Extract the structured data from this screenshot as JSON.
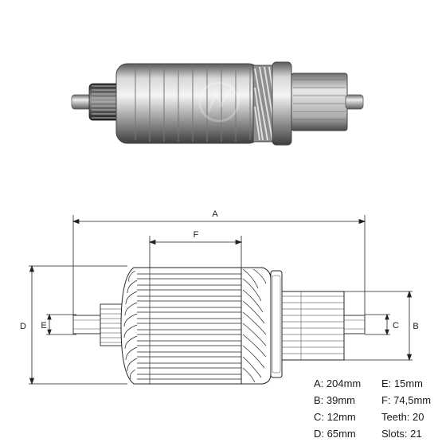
{
  "dimension_labels": {
    "a": "A",
    "b": "B",
    "c": "C",
    "d": "D",
    "e": "E",
    "f": "F"
  },
  "specs": {
    "left": [
      "A: 204mm",
      "B: 39mm",
      "C: 12mm",
      "D: 65mm"
    ],
    "right": [
      "E: 15mm",
      "F: 74,5mm",
      "Teeth: 20",
      "Slots: 21"
    ]
  },
  "colors": {
    "line": "#222222",
    "metal_light": "#e6e6e6",
    "metal_mid": "#a9a9a9",
    "metal_dark": "#555555",
    "copper": "#c9c9c9"
  }
}
